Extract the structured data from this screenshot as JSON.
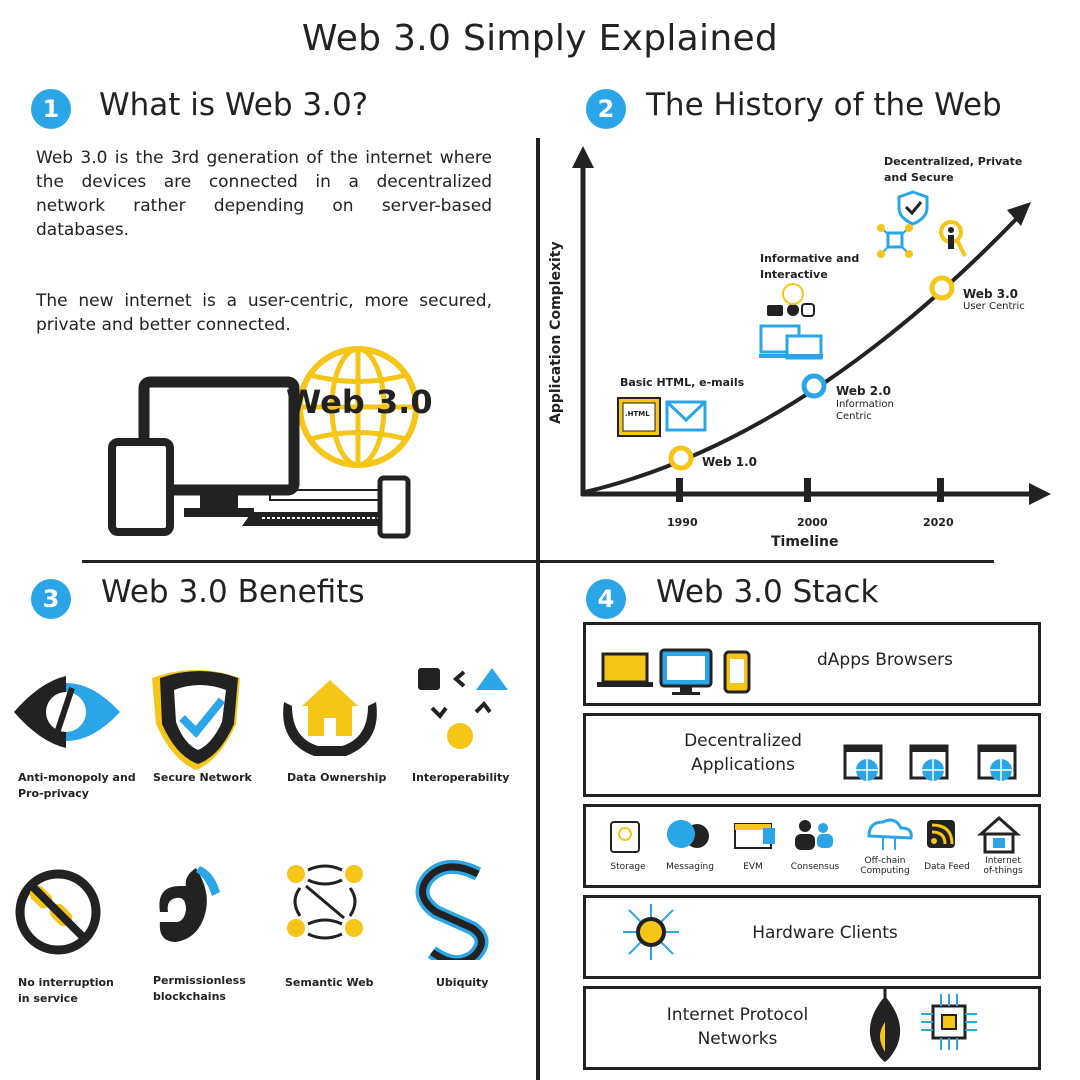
{
  "title": "Web 3.0 Simply Explained",
  "sections": [
    {
      "num": "1",
      "title": "What is Web 3.0?"
    },
    {
      "num": "2",
      "title": "The History of the Web"
    },
    {
      "num": "3",
      "title": "Web 3.0 Benefits"
    },
    {
      "num": "4",
      "title": "Web 3.0 Stack"
    }
  ],
  "what": {
    "para1": "Web 3.0 is the 3rd generation of the internet where the devices are connected in a decentralized network rather depending on server-based databases.",
    "para2": "The new internet is a user-centric, more secured, private and better connected.",
    "globe_label": "Web 3.0"
  },
  "history": {
    "y_axis": "Application Complexity",
    "x_axis": "Timeline",
    "years": [
      "1990",
      "2000",
      "2020"
    ],
    "points": [
      {
        "name": "Web 1.0",
        "sub": ""
      },
      {
        "name": "Web 2.0",
        "sub": "Information Centric"
      },
      {
        "name": "Web 3.0",
        "sub": "User Centric"
      }
    ],
    "notes": [
      "Basic HTML, e-mails",
      "Informative and Interactive",
      "Decentralized, Private and Secure"
    ],
    "html_tag": ".HTML",
    "colors": {
      "accent": "#f5c518",
      "blue": "#2aa6e8",
      "dark": "#222222"
    }
  },
  "benefits": [
    "Anti-monopoly and Pro-privacy",
    "Secure Network",
    "Data Ownership",
    "Interoperability",
    "No interruption in service",
    "Permissionless blockchains",
    "Semantic Web",
    "Ubiquity"
  ],
  "stack": {
    "layers": [
      "dApps Browsers",
      "Decentralized Applications",
      "",
      "Hardware Clients",
      "Internet Protocol Networks"
    ],
    "infra": [
      "Storage",
      "Messaging",
      "EVM",
      "Consensus",
      "Off-chain Computing",
      "Data Feed",
      "Internet of-things"
    ]
  }
}
